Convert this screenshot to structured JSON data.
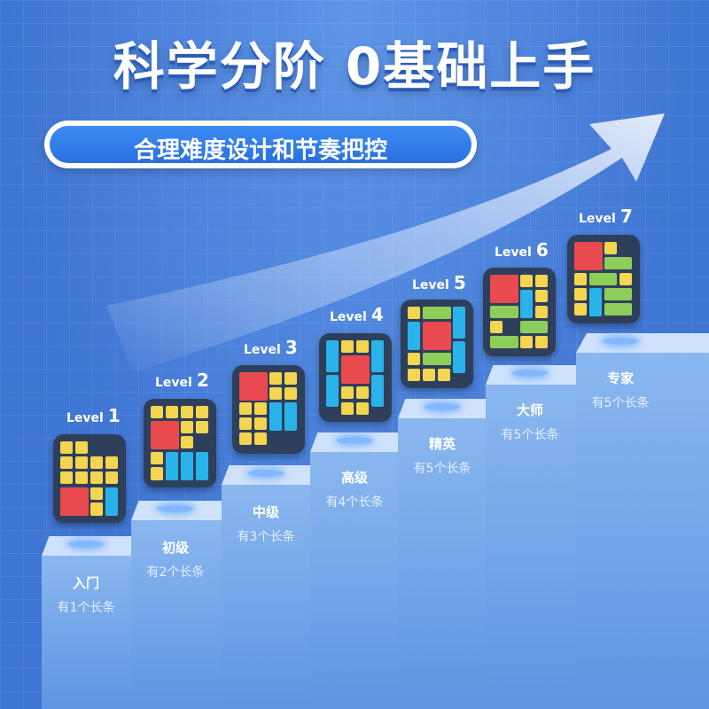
{
  "title": "科学分阶 0基础上手",
  "subtitle": "合理难度设计和节奏把控",
  "level_word": "Level",
  "levels": [
    {
      "num": "1",
      "name": "入门",
      "desc": "有1个长条"
    },
    {
      "num": "2",
      "name": "初级",
      "desc": "有2个长条"
    },
    {
      "num": "3",
      "name": "中级",
      "desc": "有3个长条"
    },
    {
      "num": "4",
      "name": "高级",
      "desc": "有4个长条"
    },
    {
      "num": "5",
      "name": "精英",
      "desc": "有5个长条"
    },
    {
      "num": "6",
      "name": "大师",
      "desc": "有5个长条"
    },
    {
      "num": "7",
      "name": "专家",
      "desc": "有5个长条"
    }
  ],
  "colors": {
    "background": "#4a82dc",
    "card": "#2e3f5c",
    "yellow_block": "#f3d550",
    "red_block": "#e94a4f",
    "blue_block": "#2ab3ea",
    "green_block": "#8dce5a"
  },
  "icons": [
    "rising-arrow-icon",
    "puzzle-card-icon"
  ]
}
